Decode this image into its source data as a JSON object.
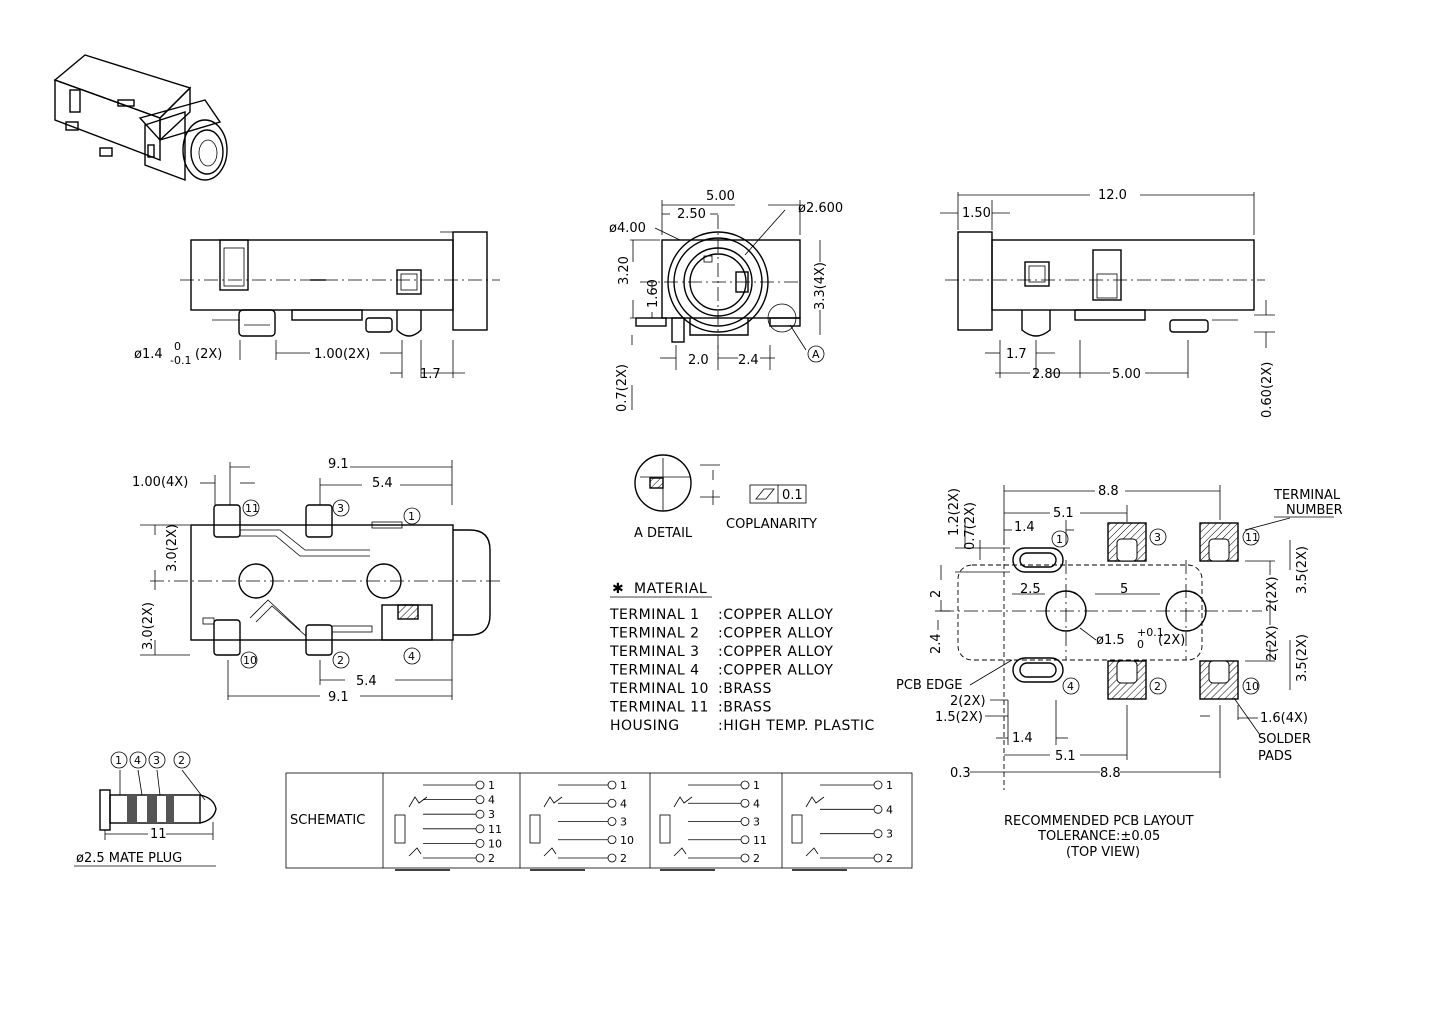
{
  "side_view_left": {
    "dims": {
      "hole_dia": "ø1.4",
      "hole_tol_upper": "0",
      "hole_tol_lower": "-0.1",
      "hole_count": "(2X)",
      "pitch": "1.00(2X)",
      "offset": "1.7"
    }
  },
  "front_view": {
    "dims": {
      "width": "5.00",
      "outer_dia": "ø4.00",
      "half_width": "2.50",
      "bore": "ø2.600",
      "height": "3.20",
      "center": "1.60",
      "pin_h": "3.3(4X)",
      "pin_len": "0.7(2X)",
      "pin_left": "2.0",
      "pin_right": "2.4",
      "ref": "A"
    }
  },
  "side_view_right": {
    "dims": {
      "length": "12.0",
      "flange": "1.50",
      "post": "1.7",
      "post_offset": "2.80",
      "pitch": "5.00",
      "standoff": "0.60(2X)"
    }
  },
  "bottom_view": {
    "dims": {
      "pin_pitch": "1.00(4X)",
      "total_top": "9.1",
      "inner_top": "5.4",
      "upper_half": "3.0(2X)",
      "lower_half": "3.0(2X)",
      "inner_bot": "5.4",
      "total_bot": "9.1"
    },
    "terminals": {
      "t11": "11",
      "t3": "3",
      "t1": "1",
      "t10": "10",
      "t2": "2",
      "t4": "4"
    }
  },
  "detail": {
    "label": "A DETAIL",
    "coplanarity_label": "COPLANARITY",
    "flatness": "0.1"
  },
  "material": {
    "title": "MATERIAL",
    "rows": [
      {
        "item": "TERMINAL  1",
        "value": ":COPPER  ALLOY"
      },
      {
        "item": "TERMINAL  2",
        "value": ":COPPER  ALLOY"
      },
      {
        "item": "TERMINAL  3",
        "value": ":COPPER  ALLOY"
      },
      {
        "item": "TERMINAL  4",
        "value": ":COPPER  ALLOY"
      },
      {
        "item": "TERMINAL  10",
        "value": ":BRASS"
      },
      {
        "item": "TERMINAL  11",
        "value": ":BRASS"
      },
      {
        "item": "HOUSING",
        "value": ":HIGH  TEMP.  PLASTIC"
      }
    ]
  },
  "pcb_layout": {
    "dims": {
      "overall_top": "8.8",
      "to_pad": "5.1",
      "slot_w": "1.4",
      "slot_h": "1.2(2X)",
      "slot_gap": "0.7(2X)",
      "center_x": "2.5",
      "hole_pitch": "5",
      "half": "2",
      "height": "2.4",
      "hole": "ø1.5",
      "hole_tol_upper": "+0.1",
      "hole_tol_lower": "0",
      "hole_count": "(2X)",
      "pad_2a": "2(2X)",
      "pad_35a": "3.5(2X)",
      "pad_2b": "2(2X)",
      "pad_35b": "3.5(2X)",
      "bot_2": "2(2X)",
      "bot_15": "1.5(2X)",
      "pad_16": "1.6(4X)",
      "bot_14": "1.4",
      "bot_51": "5.1",
      "edge": "0.3",
      "bot_88": "8.8"
    },
    "labels": {
      "terminal_number_1": "TERMINAL",
      "terminal_number_2": "NUMBER",
      "pcb_edge": "PCB EDGE",
      "solder_1": "SOLDER",
      "solder_2": "PADS"
    },
    "terminals": {
      "t1": "1",
      "t3": "3",
      "t11": "11",
      "t4": "4",
      "t2": "2",
      "t10": "10"
    },
    "caption": {
      "line1": "RECOMMENDED PCB LAYOUT",
      "line2": "TOLERANCE:±0.05",
      "line3": "(TOP VIEW)"
    }
  },
  "mate_plug": {
    "labels": [
      "1",
      "4",
      "3",
      "2"
    ],
    "length": "11",
    "caption": "ø2.5 MATE PLUG"
  },
  "schematic": {
    "title": "SCHEMATIC",
    "panels": [
      [
        "1",
        "4",
        "3",
        "11",
        "10",
        "2"
      ],
      [
        "1",
        "4",
        "3",
        "10",
        "2"
      ],
      [
        "1",
        "4",
        "3",
        "11",
        "2"
      ],
      [
        "1",
        "4",
        "3",
        "2"
      ]
    ]
  }
}
